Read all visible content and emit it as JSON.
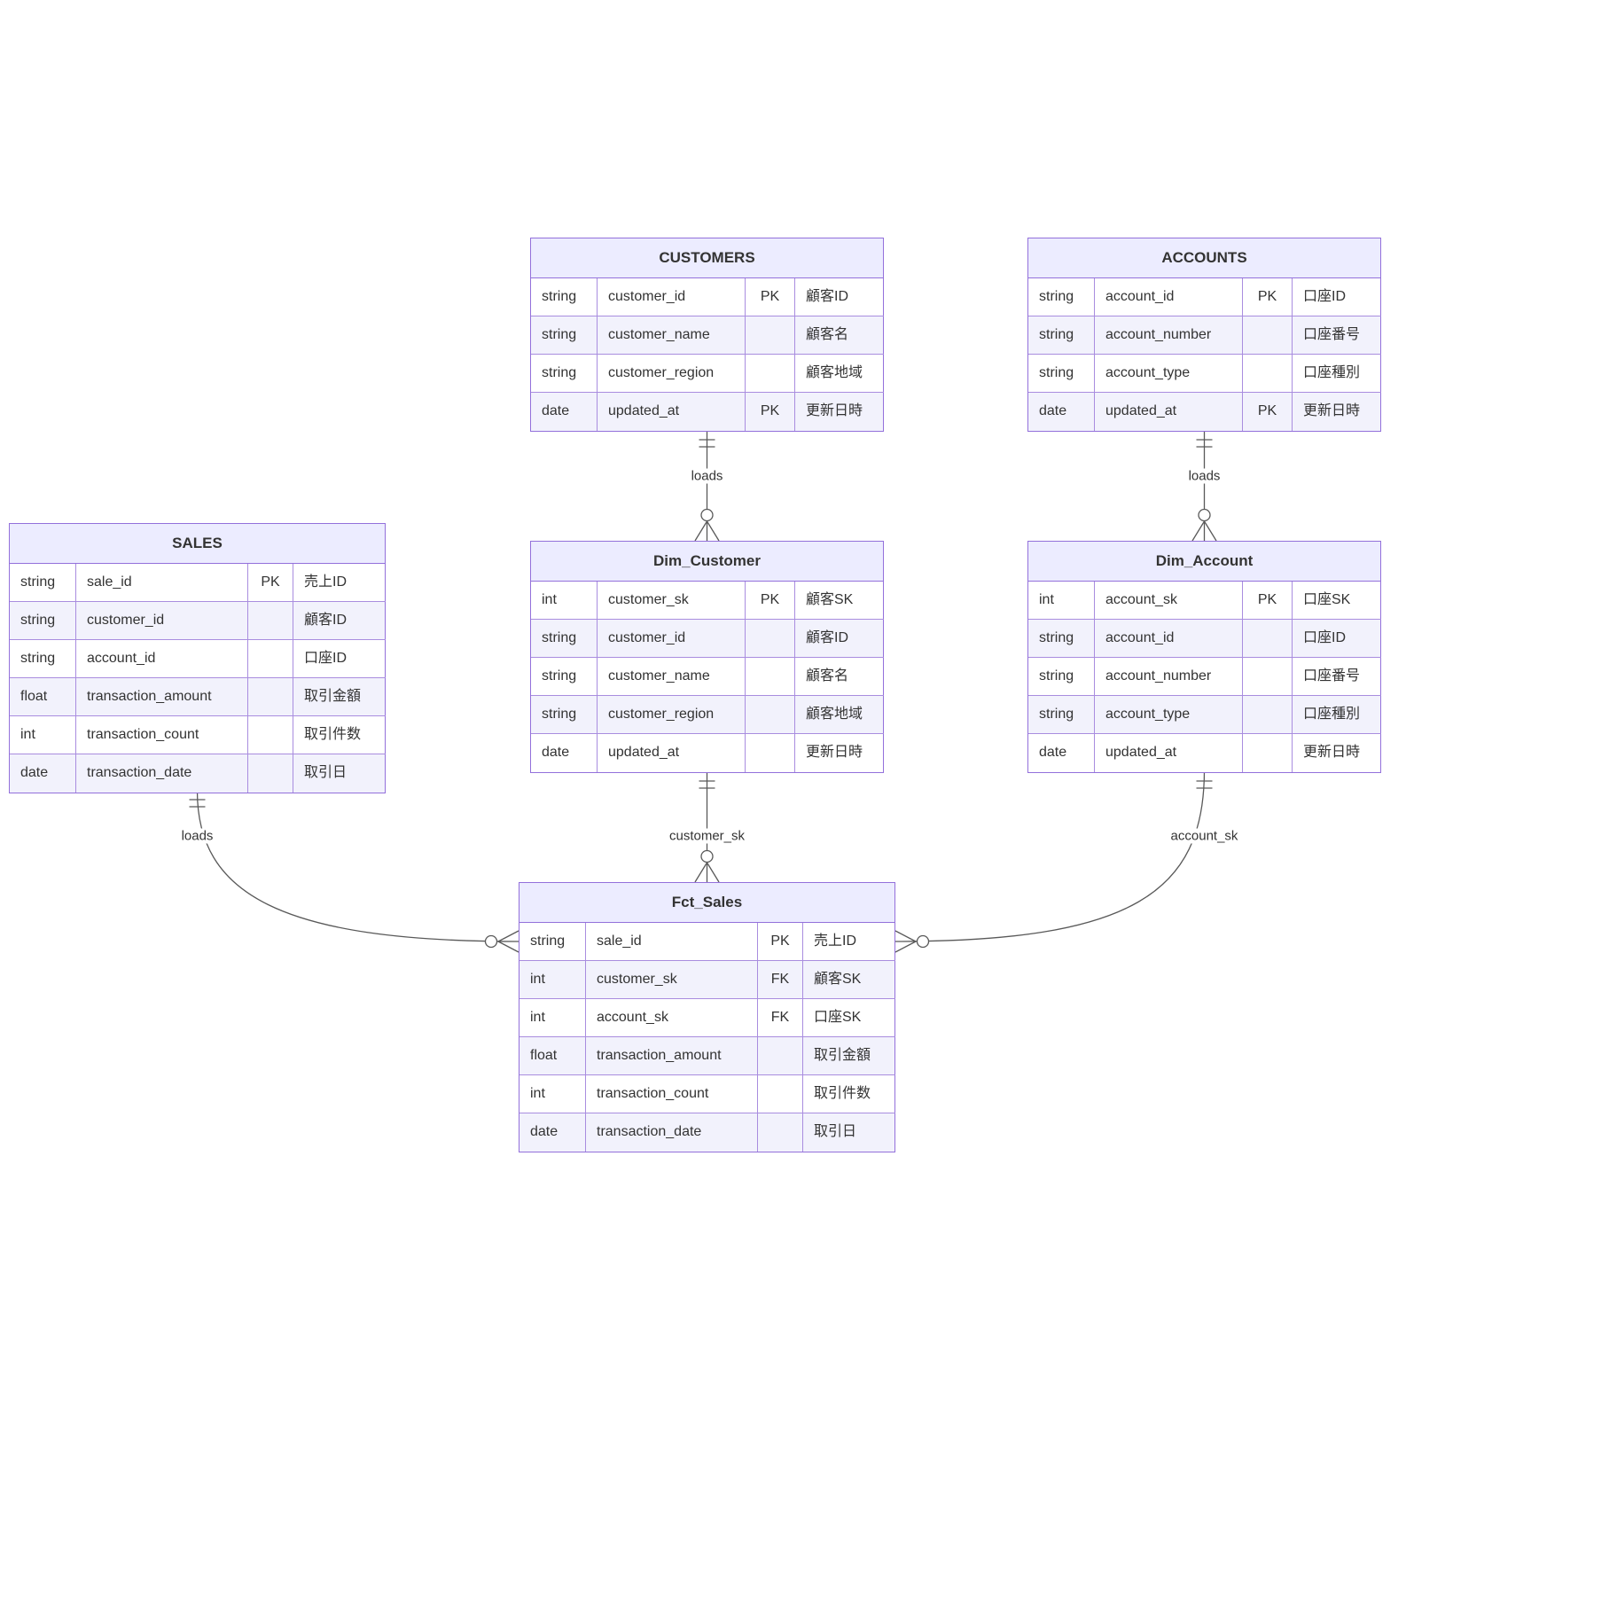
{
  "diagram": {
    "kind": "entity-relationship",
    "colors": {
      "header_fill": "#ECECFF",
      "row_alt_fill": "#f2f2fc",
      "row_fill": "#ffffff",
      "border": "#9370DB",
      "edge_line": "#595959",
      "text": "#333333"
    }
  },
  "entities": {
    "sales": {
      "title": "SALES",
      "rows": [
        {
          "type": "string",
          "name": "sale_id",
          "key": "PK",
          "comment": "売上ID"
        },
        {
          "type": "string",
          "name": "customer_id",
          "key": "",
          "comment": "顧客ID"
        },
        {
          "type": "string",
          "name": "account_id",
          "key": "",
          "comment": "口座ID"
        },
        {
          "type": "float",
          "name": "transaction_amount",
          "key": "",
          "comment": "取引金額"
        },
        {
          "type": "int",
          "name": "transaction_count",
          "key": "",
          "comment": "取引件数"
        },
        {
          "type": "date",
          "name": "transaction_date",
          "key": "",
          "comment": "取引日"
        }
      ]
    },
    "customers": {
      "title": "CUSTOMERS",
      "rows": [
        {
          "type": "string",
          "name": "customer_id",
          "key": "PK",
          "comment": "顧客ID"
        },
        {
          "type": "string",
          "name": "customer_name",
          "key": "",
          "comment": "顧客名"
        },
        {
          "type": "string",
          "name": "customer_region",
          "key": "",
          "comment": "顧客地域"
        },
        {
          "type": "date",
          "name": "updated_at",
          "key": "PK",
          "comment": "更新日時"
        }
      ]
    },
    "accounts": {
      "title": "ACCOUNTS",
      "rows": [
        {
          "type": "string",
          "name": "account_id",
          "key": "PK",
          "comment": "口座ID"
        },
        {
          "type": "string",
          "name": "account_number",
          "key": "",
          "comment": "口座番号"
        },
        {
          "type": "string",
          "name": "account_type",
          "key": "",
          "comment": "口座種別"
        },
        {
          "type": "date",
          "name": "updated_at",
          "key": "PK",
          "comment": "更新日時"
        }
      ]
    },
    "dim_customer": {
      "title": "Dim_Customer",
      "rows": [
        {
          "type": "int",
          "name": "customer_sk",
          "key": "PK",
          "comment": "顧客SK"
        },
        {
          "type": "string",
          "name": "customer_id",
          "key": "",
          "comment": "顧客ID"
        },
        {
          "type": "string",
          "name": "customer_name",
          "key": "",
          "comment": "顧客名"
        },
        {
          "type": "string",
          "name": "customer_region",
          "key": "",
          "comment": "顧客地域"
        },
        {
          "type": "date",
          "name": "updated_at",
          "key": "",
          "comment": "更新日時"
        }
      ]
    },
    "dim_account": {
      "title": "Dim_Account",
      "rows": [
        {
          "type": "int",
          "name": "account_sk",
          "key": "PK",
          "comment": "口座SK"
        },
        {
          "type": "string",
          "name": "account_id",
          "key": "",
          "comment": "口座ID"
        },
        {
          "type": "string",
          "name": "account_number",
          "key": "",
          "comment": "口座番号"
        },
        {
          "type": "string",
          "name": "account_type",
          "key": "",
          "comment": "口座種別"
        },
        {
          "type": "date",
          "name": "updated_at",
          "key": "",
          "comment": "更新日時"
        }
      ]
    },
    "fct_sales": {
      "title": "Fct_Sales",
      "rows": [
        {
          "type": "string",
          "name": "sale_id",
          "key": "PK",
          "comment": "売上ID"
        },
        {
          "type": "int",
          "name": "customer_sk",
          "key": "FK",
          "comment": "顧客SK"
        },
        {
          "type": "int",
          "name": "account_sk",
          "key": "FK",
          "comment": "口座SK"
        },
        {
          "type": "float",
          "name": "transaction_amount",
          "key": "",
          "comment": "取引金額"
        },
        {
          "type": "int",
          "name": "transaction_count",
          "key": "",
          "comment": "取引件数"
        },
        {
          "type": "date",
          "name": "transaction_date",
          "key": "",
          "comment": "取引日"
        }
      ]
    }
  },
  "edges": [
    {
      "from": "CUSTOMERS",
      "to": "Dim_Customer",
      "label": "loads"
    },
    {
      "from": "ACCOUNTS",
      "to": "Dim_Account",
      "label": "loads"
    },
    {
      "from": "SALES",
      "to": "Fct_Sales",
      "label": "loads"
    },
    {
      "from": "Dim_Customer",
      "to": "Fct_Sales",
      "label": "customer_sk"
    },
    {
      "from": "Dim_Account",
      "to": "Fct_Sales",
      "label": "account_sk"
    }
  ]
}
